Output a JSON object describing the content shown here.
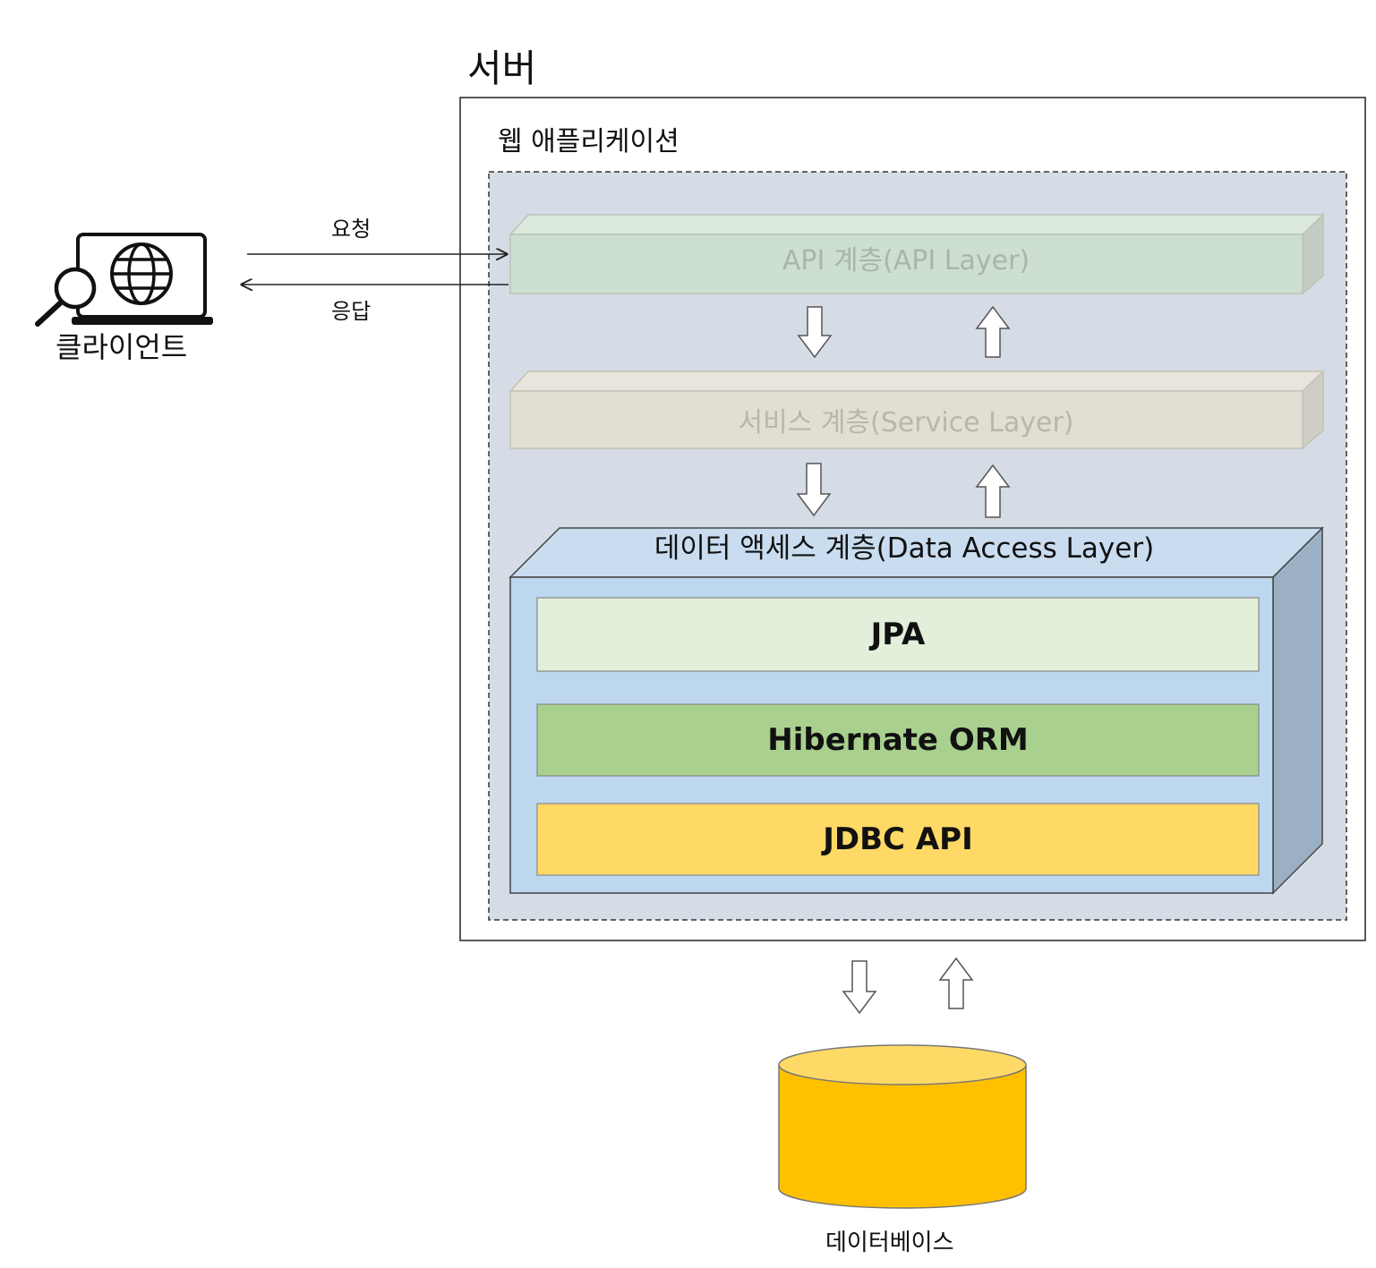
{
  "server": {
    "title": "서버"
  },
  "web_app": {
    "title": "웹 애플리케이션"
  },
  "client": {
    "label": "클라이언트",
    "icon": "laptop-globe-search-icon"
  },
  "request": {
    "label": "요청"
  },
  "response": {
    "label": "응답"
  },
  "layers": {
    "api": {
      "label": "API 계층(API Layer)",
      "color": "#cde0cf"
    },
    "service": {
      "label": "서비스 계층(Service Layer)",
      "color": "#e1dfd3"
    },
    "data_access": {
      "label": "데이터 액세스 계층(Data Access Layer)",
      "color": "#bdd7ee",
      "components": {
        "jpa": {
          "label": "JPA",
          "color": "#e2efda"
        },
        "hibernate": {
          "label": "Hibernate ORM",
          "color": "#a9d08e"
        },
        "jdbc": {
          "label": "JDBC API",
          "color": "#ffd966"
        }
      }
    }
  },
  "database": {
    "label": "데이터베이스",
    "color": "#ffc000"
  }
}
